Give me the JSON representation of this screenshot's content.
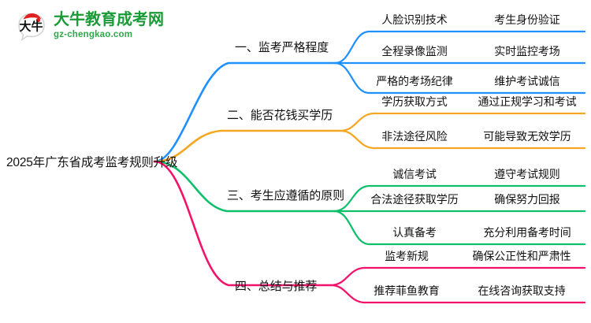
{
  "logo": {
    "mark_name": "daniu-speech-bubble-logo",
    "title": "大牛教育成考网",
    "url": "gz-chengkao.com",
    "title_color": "#1a9b38",
    "url_color": "#2fa84a",
    "cap_color": "#e02020"
  },
  "mindmap": {
    "center": {
      "label": "2025年广东省成考监考规则升级"
    },
    "branches": [
      {
        "label": "一、监考严格程度",
        "color": "#1E90FF",
        "children": [
          {
            "l2": "人脸识别技术",
            "l3": "考生身份验证"
          },
          {
            "l2": "全程录像监测",
            "l3": "实时监控考场"
          },
          {
            "l2": "严格的考场纪律",
            "l3": "维护考试诚信"
          }
        ]
      },
      {
        "label": "二、能否花钱买学历",
        "color": "#F5A623",
        "children": [
          {
            "l2": "学历获取方式",
            "l3": "通过正规学习和考试"
          },
          {
            "l2": "非法途径风险",
            "l3": "可能导致无效学历"
          }
        ]
      },
      {
        "label": "三、考生应遵循的原则",
        "color": "#0FBF6B",
        "children": [
          {
            "l2": "诚信考试",
            "l3": "遵守考试规则"
          },
          {
            "l2": "合法途径获取学历",
            "l3": "确保努力回报"
          },
          {
            "l2": "认真备考",
            "l3": "充分利用备考时间"
          }
        ]
      },
      {
        "label": "四、总结与推荐",
        "color": "#F5106A",
        "children": [
          {
            "l2": "监考新规",
            "l3": "确保公正性和严肃性"
          },
          {
            "l2": "推荐菲鱼教育",
            "l3": "在线咨询获取支持"
          }
        ]
      }
    ]
  }
}
